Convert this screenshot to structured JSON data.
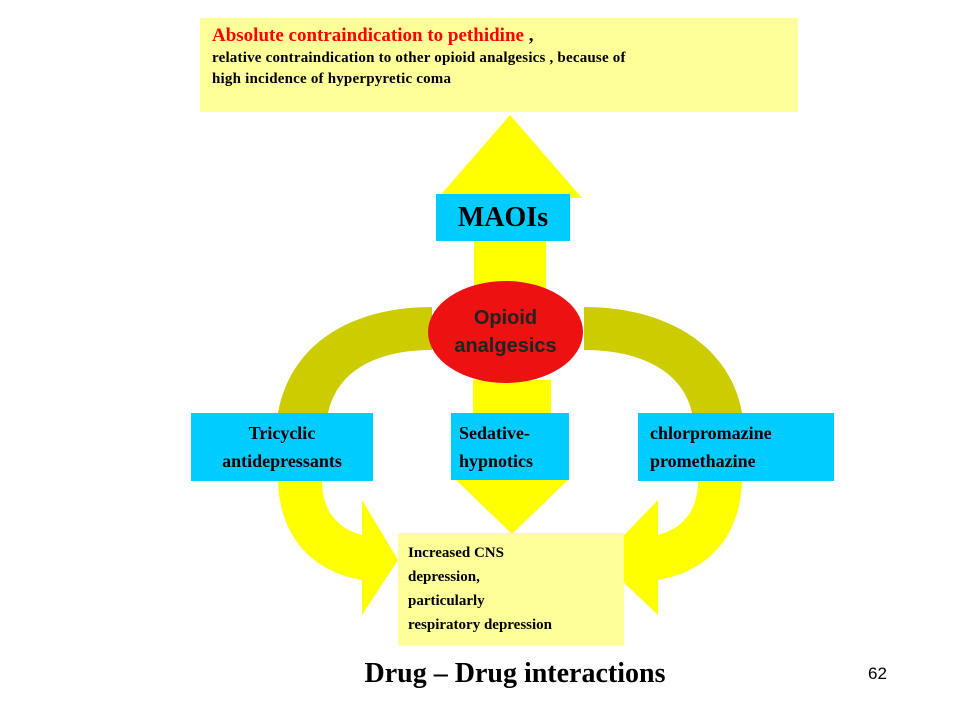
{
  "top_box": {
    "title_red": "Absolute contraindication to pethidine",
    "title_comma": " ,",
    "line1": "relative contraindication to other opioid analgesics , because of",
    "line2": "high incidence of hyperpyretic coma"
  },
  "maois": {
    "label": "MAOIs"
  },
  "center": {
    "line1": "Opioid",
    "line2": "analgesics"
  },
  "left_box": {
    "line1": "Tricyclic",
    "line2": "antidepressants"
  },
  "middle_box": {
    "line1": "Sedative-",
    "line2": "hypnotics"
  },
  "right_box": {
    "line1": "chlorpromazine",
    "line2": "promethazine"
  },
  "result_box": {
    "line1": "Increased CNS",
    "line2": "depression,",
    "line3": "particularly",
    "line4": "respiratory depression"
  },
  "footer": {
    "title": "Drug – Drug interactions",
    "page_number": "62"
  },
  "colors": {
    "arrow_yellow": "#ffff00",
    "arrow_olive": "#cccc00",
    "box_blue": "#00ccff",
    "box_pale_yellow": "#ffff99",
    "ellipse_red": "#ee1111",
    "title_red": "#ff0000"
  }
}
